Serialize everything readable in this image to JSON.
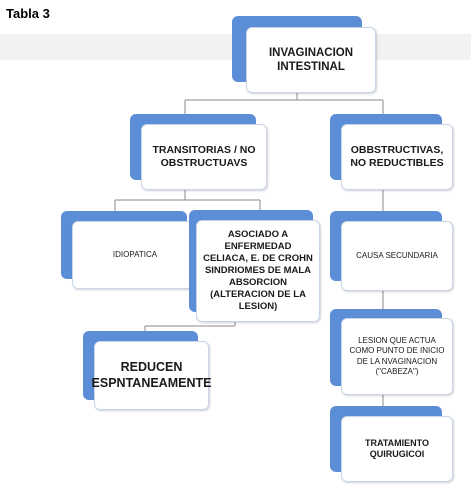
{
  "table_label": "Tabla 3",
  "nodes": {
    "root": "INVAGINACION INTESTINAL",
    "transitorias": "TRANSITORIAS / NO OBSTRUCTUAVS",
    "obstructivas": "OBBSTRUCTIVAS, NO REDUCTIBLES",
    "idiopatica": "IDIOPATICA",
    "asociado": "ASOCIADO A ENFERMEDAD CELIACA, E. DE CROHN SINDRIOMES DE MALA ABSORCION (ALTERACION DE LA LESION)",
    "causa": "CAUSA SECUNDARIA",
    "reducen": "REDUCEN ESPNTANEAMENTE",
    "lesion": "LESION QUE ACTUA COMO PUNTO DE INICIO DE LA NVAGINACION (\"CABEZA\")",
    "tratamiento": "TRATAMIENTO QUIRUGICOI"
  },
  "colors": {
    "accent": "#5b8ed6",
    "connector": "#8a8a8a",
    "band": "#f2f2f2"
  }
}
